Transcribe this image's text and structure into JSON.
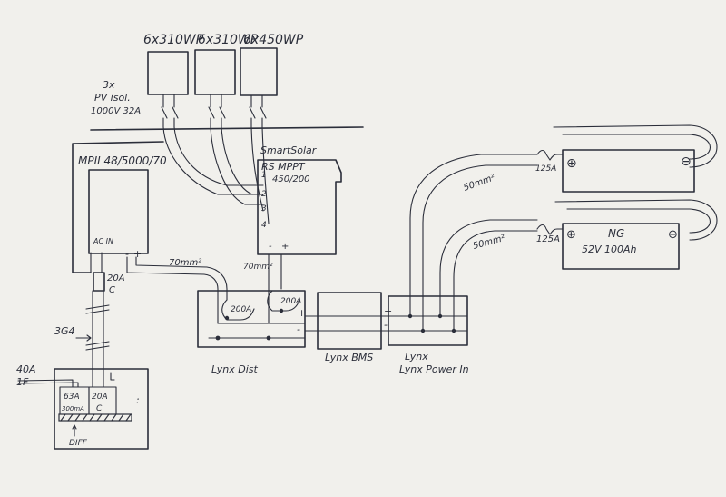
{
  "panels": {
    "array1": "6x310WP",
    "array2": "6x310WP",
    "array3": "6x450WP"
  },
  "isolator": {
    "line1": "3x",
    "line2": "PV isol.",
    "line3": "1000V 32A"
  },
  "inverter": {
    "name": "MPII 48/5000/70",
    "ac_in": "AC IN",
    "ac_in_fuse": "20A",
    "ac_in_fuse_type": "C"
  },
  "mppt": {
    "name_line1": "SmartSolar",
    "name_line2": "RS MPPT",
    "name_line3": "450/200",
    "inputs": [
      "1",
      "2",
      "3",
      "4"
    ]
  },
  "cables": {
    "ac_cable": "3G4",
    "inverter_dc": "70mm²",
    "mppt_dc": "70mm²",
    "battery1": "50mm²",
    "battery2": "50mm²"
  },
  "grid": {
    "supply_line1": "40A",
    "supply_line2": "1F",
    "breaker1": "63A",
    "breaker1_sub": "300mA",
    "breaker2": "20A",
    "breaker2_sub": "C",
    "diff_label": "DIFF"
  },
  "lynx": {
    "distributor": "Lynx Dist",
    "bms": "Lynx BMS",
    "power_in": "Lynx Power In",
    "fuse1": "200A",
    "fuse2": "200A"
  },
  "batteries": {
    "battery1_fuse": "125A",
    "battery2_fuse": "125A",
    "battery2_brand": "NG",
    "battery2_spec": "52V 100Ah"
  },
  "symbols": {
    "plus": "+",
    "minus": "-",
    "pos_terminal": "⊕",
    "neg_terminal": "⊖"
  }
}
